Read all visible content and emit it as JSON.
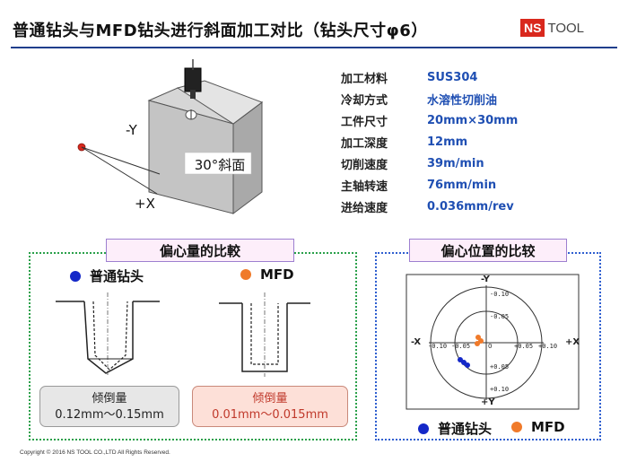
{
  "title": "普通钻头与MFD钻头进行斜面加工对比（钻头尺寸φ6）",
  "logo": {
    "box": "NS",
    "text": "TOOL"
  },
  "specs": [
    {
      "label": "加工材料",
      "value": "SUS304"
    },
    {
      "label": "冷却方式",
      "value": "水溶性切削油"
    },
    {
      "label": "工件尺寸",
      "value": "20mm×30mm"
    },
    {
      "label": "加工深度",
      "value": "12mm"
    },
    {
      "label": "切削速度",
      "value": "39m/min"
    },
    {
      "label": "主轴转速",
      "value": "76mm/min"
    },
    {
      "label": "进给速度",
      "value": "0.036mm/rev"
    }
  ],
  "workpiece": {
    "slope_label": "30°斜面",
    "axis_y": "-Y",
    "axis_x": "+X"
  },
  "left_panel": {
    "title": "偏心量的比較",
    "normal": {
      "name": "普通钻头",
      "color": "#1428c8",
      "box_label": "倾倒量",
      "box_value": "0.12mm～0.15mm"
    },
    "mfd": {
      "name": "MFD",
      "color": "#f07a2a",
      "box_label": "倾倒量",
      "box_value": "0.01mm～0.015mm"
    }
  },
  "right_panel": {
    "title": "偏心位置的比较",
    "axis": {
      "neg_y": "-Y",
      "pos_y": "+Y",
      "neg_x": "-X",
      "pos_x": "+X",
      "origin": "0"
    },
    "ticks": {
      "y_neg_outer": "-0.10",
      "y_neg_inner": "-0.05",
      "y_pos_inner": "+0.05",
      "y_pos_outer": "+0.10",
      "x_neg_outer": "-0.10",
      "x_neg_inner": "-0.05",
      "x_pos_inner": "+0.05",
      "x_pos_outer": "+0.10"
    },
    "legend_normal": "普通钻头",
    "legend_mfd": "MFD"
  },
  "copyright": "Copyright © 2016 NS TOOL CO.,LTD All Rights Reserved."
}
